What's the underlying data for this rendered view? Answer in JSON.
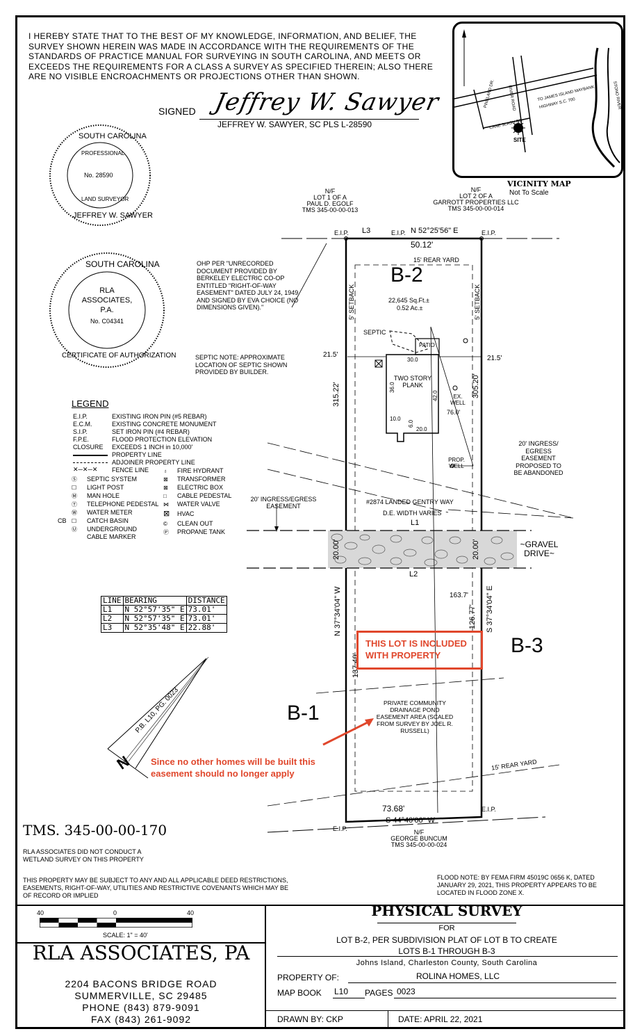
{
  "certification": {
    "statement": "I HEREBY STATE THAT TO THE BEST OF MY KNOWLEDGE, INFORMATION, AND BELIEF, THE SURVEY SHOWN HEREIN WAS MADE IN ACCORDANCE WITH THE REQUIREMENTS OF THE STANDARDS OF PRACTICE MANUAL FOR SURVEYING IN SOUTH CAROLINA, AND MEETS OR EXCEEDS THE REQUIREMENTS FOR A CLASS A SURVEY AS SPECIFIED THEREIN; ALSO THERE ARE NO VISIBLE ENCROACHMENTS OR PROJECTIONS OTHER THAN SHOWN.",
    "signed_label": "SIGNED",
    "signature": "Jeffrey W. Sawyer",
    "surveyor_line": "JEFFREY W. SAWYER, SC PLS  L-28590"
  },
  "seal_surveyor": {
    "top": "SOUTH CAROLINA",
    "profession_top": "PROFESSIONAL",
    "number": "No. 28590",
    "profession_bottom": "LAND SURVEYOR",
    "name": "JEFFREY W. SAWYER"
  },
  "seal_company": {
    "top": "SOUTH CAROLINA",
    "line1": "RLA",
    "line2": "ASSOCIATES,",
    "line3": "P.A.",
    "number": "No. C04341",
    "bottom": "CERTIFICATE OF AUTHORIZATION"
  },
  "vicinity_map": {
    "title": "VICINITY MAP",
    "subtitle": "Not To Scale",
    "labels": {
      "river_road": "RIVER ROAD",
      "maybank": "TO JAMES ISLAND MAYBANK HIGHWAY S.C. 700",
      "stono": "STONO RIVER",
      "pineland": "PINELAND DR.",
      "cane_slash": "CANE SLASH RD.",
      "site": "SITE"
    }
  },
  "adjoiners": {
    "lot1": [
      "N/F",
      "LOT 1 OF A",
      "PAUL D. EGOLF",
      "TMS 345-00-00-013"
    ],
    "lot2": [
      "N/F",
      "LOT 2 OF A",
      "GARROTT PROPERTIES LLC",
      "TMS 345-00-00-014"
    ],
    "south": [
      "N/F",
      "GEORGE BUNCUM",
      "TMS 345-00-00-024"
    ]
  },
  "boundary": {
    "north_bearing": "N 52°25'56\" E",
    "north_distance": "50.12'",
    "south_bearing": "S 44°40'00\" W",
    "south_distance": "73.68'",
    "west_bearing": "N 37°34'04\" W",
    "east_bearing": "S 37°34'04\" E",
    "west_upper": "315.22'",
    "west_lower": "137.40'",
    "east_upper": "305.20'",
    "east_lower": "126.77'",
    "west_drive": "20.00'",
    "east_drive": "20.00'",
    "diag": "163.7'",
    "eip": "E.I.P.",
    "l1": "L1",
    "l2": "L2",
    "l3": "L3"
  },
  "lot": {
    "name": "B-2",
    "area_sqft": "22,645 Sq.Ft.±",
    "area_ac": "0.52 Ac.±",
    "rear_yard": "15' REAR YARD",
    "setback": "5' SETBACK",
    "left_offset": "21.5'",
    "right_offset": "21.5'",
    "house": "TWO STORY PLANK",
    "house_dims": {
      "top": "30.0",
      "side": "36.0",
      "right": "42.0",
      "step1": "10.0",
      "step2": "6.0",
      "bottom": "20.0"
    },
    "septic": "SEPTIC",
    "patio": "PATIO",
    "ex_well": "EX. WELL",
    "well_dist": "76.0'",
    "prop_well": "PROP. WELL",
    "address": "#2874 LANDED GENTRY WAY",
    "de_width": "D.E. WIDTH VARIES",
    "gravel": "~GRAVEL DRIVE~",
    "lower_rear_yard": "15' REAR YARD",
    "neighbor_left": "B-1",
    "neighbor_right": "B-3"
  },
  "notes": {
    "ohp": "OHP PER \"UNRECORDED DOCUMENT PROVIDED BY BERKELEY ELECTRIC CO-OP ENTITLED \"RIGHT-OF-WAY EASEMENT\" DATED JULY 24, 1949 AND SIGNED BY EVA CHOICE (NO DIMENSIONS GIVEN).\"",
    "septic": "SEPTIC NOTE: APPROXIMATE LOCATION OF SEPTIC SHOWN PROVIDED BY BUILDER.",
    "ingress": "20' INGRESS/EGRESS EASEMENT",
    "ingress_right": "20' INGRESS/ EGRESS EASEMENT PROPOSED TO BE ABANDONED",
    "pond": "PRIVATE COMMUNITY DRAINAGE POND EASEMENT AREA (SCALED FROM SURVEY BY JOEL R. RUSSELL)",
    "pb": "P.B. L10, PG. 0023",
    "red_box": "THIS LOT IS INCLUDED WITH PROPERTY",
    "red_note": "Since no other homes will be built this easement should no longer apply",
    "tms": "TMS. 345-00-00-170",
    "wetland": "RLA ASSOCIATES DID NOT CONDUCT A WETLAND SURVEY ON THIS PROPERTY",
    "deed": "THIS PROPERTY MAY BE SUBJECT TO ANY AND ALL APPLICABLE DEED RESTRICTIONS, EASEMENTS, RIGHT-OF-WAY, UTILITIES AND RESTRICTIVE COVENANTS WHICH MAY BE OF RECORD OR IMPLIED",
    "flood": "FLOOD NOTE: BY FEMA FIRM 45019C 0656 K, DATED JANUARY 29, 2021, THIS PROPERTY APPEARS TO BE LOCATED IN FLOOD ZONE X."
  },
  "legend": {
    "title": "LEGEND",
    "items": [
      {
        "key": "E.I.P.",
        "value": "EXISTING IRON PIN (#5 REBAR)"
      },
      {
        "key": "E.C.M.",
        "value": "EXISTING CONCRETE MONUMENT"
      },
      {
        "key": "S.I.P.",
        "value": "SET IRON PIN (#4 REBAR)"
      },
      {
        "key": "F.P.E.",
        "value": "FLOOD PROTECTION ELEVATION"
      },
      {
        "key": "CLOSURE",
        "value": "EXCEEDS 1 INCH in 10,000'"
      },
      {
        "key": "",
        "value": "PROPERTY LINE"
      },
      {
        "key": "",
        "value": "ADJOINER PROPERTY LINE"
      },
      {
        "key": "",
        "value": "FENCE LINE"
      }
    ],
    "symbols_left": [
      "SEPTIC SYSTEM",
      "LIGHT POST",
      "MAN HOLE",
      "TELEPHONE PEDESTAL",
      "WATER METER",
      "CATCH BASIN",
      "UNDERGROUND CABLE MARKER"
    ],
    "symbols_right": [
      "FIRE HYDRANT",
      "TRANSFORMER",
      "ELECTRIC BOX",
      "CABLE PEDESTAL",
      "WATER VALVE",
      "HVAC",
      "CLEAN OUT",
      "PROPANE TANK"
    ],
    "cb": "CB"
  },
  "line_table": {
    "headers": [
      "LINE",
      "BEARING",
      "DISTANCE"
    ],
    "rows": [
      [
        "L1",
        "N 52°57'35\" E",
        "73.01'"
      ],
      [
        "L2",
        "N 52°57'35\" E",
        "73.01'"
      ],
      [
        "L3",
        "N 52°35'48\" E",
        "22.88'"
      ]
    ]
  },
  "scale": {
    "left": "40",
    "mid": "0",
    "right": "40",
    "label": "SCALE: 1\" = 40'"
  },
  "firm": {
    "name": "RLA ASSOCIATES, PA",
    "address1": "2204 BACONS BRIDGE ROAD",
    "address2": "SUMMERVILLE, SC 29485",
    "phone": "PHONE (843) 879-9091",
    "fax": "FAX (843) 261-9092"
  },
  "title_block": {
    "title": "PHYSICAL SURVEY",
    "for": "FOR",
    "desc1": "LOT B-2, PER SUBDIVISION PLAT OF LOT B TO CREATE",
    "desc2": "LOTS B-1 THROUGH B-3",
    "location": "Johns Island, Charleston County, South Carolina",
    "property_of_label": "PROPERTY OF:",
    "property_of": "ROLINA HOMES, LLC",
    "map_book_label": "MAP BOOK",
    "map_book": "L10",
    "pages_label": "PAGES",
    "pages": "0023",
    "drawn_by": "DRAWN BY: CKP",
    "date": "DATE: APRIL 22, 2021"
  }
}
